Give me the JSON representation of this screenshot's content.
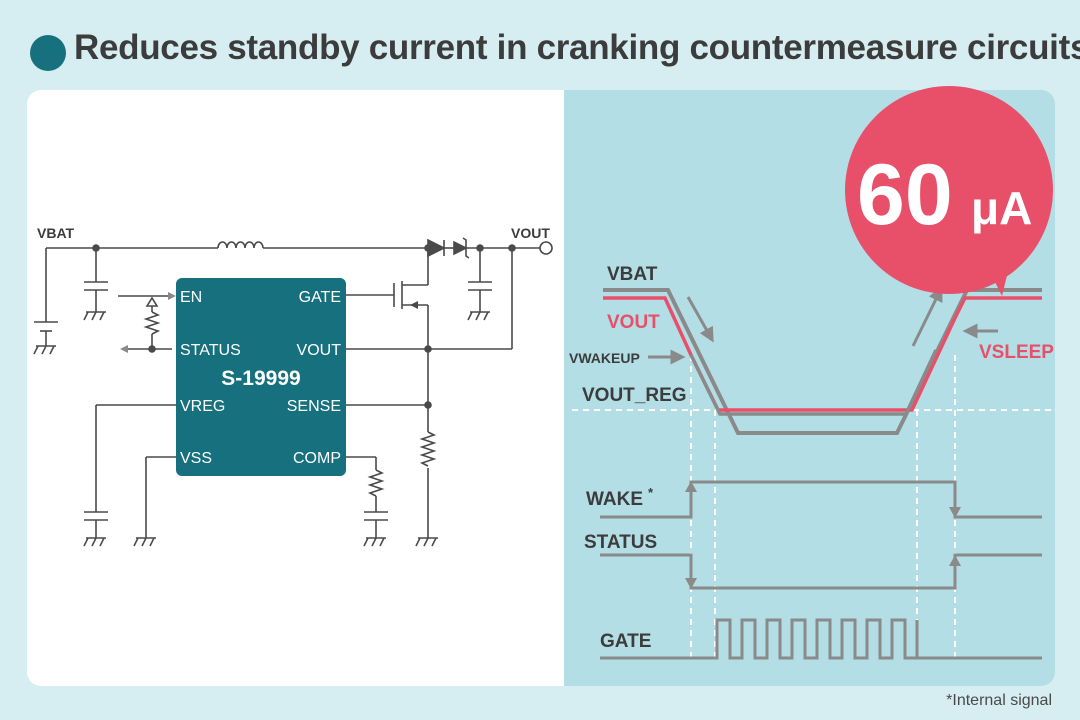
{
  "title": "Reduces standby current in cranking countermeasure circuits",
  "footnote": "*Internal signal",
  "colors": {
    "teal": "#16707e",
    "pink": "#e8506a",
    "gray": "#8a8a8a",
    "dark": "#3c3c3c",
    "lightbg": "#b3dee5"
  },
  "circuit": {
    "vbat_label": "VBAT",
    "vout_label": "VOUT",
    "ic_name": "S-19999",
    "pins": {
      "en": "EN",
      "status": "STATUS",
      "vreg": "VREG",
      "vss": "VSS",
      "gate": "GATE",
      "vout": "VOUT",
      "sense": "SENSE",
      "comp": "COMP"
    }
  },
  "timing": {
    "callout": {
      "value": "60",
      "unit": "μA"
    },
    "labels": {
      "vbat": "VBAT",
      "vout": "VOUT",
      "vwakeup": "VWAKEUP",
      "vout_reg": "VOUT_REG",
      "vsleep": "VSLEEP",
      "wake": "WAKE",
      "wake_sup": "*",
      "status": "STATUS",
      "gate": "GATE"
    }
  }
}
